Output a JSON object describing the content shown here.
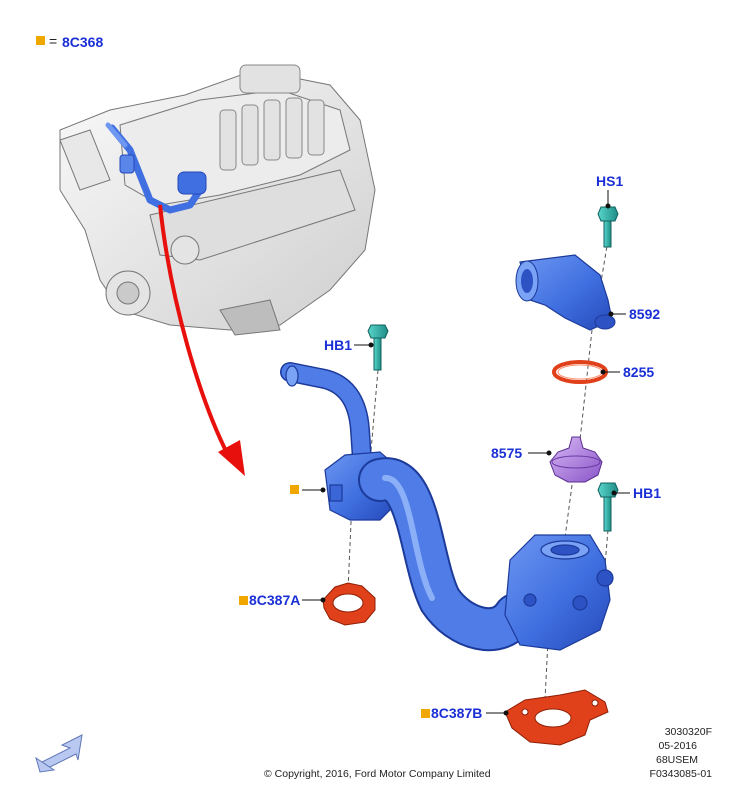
{
  "legend": {
    "equals": "=",
    "code": "8C368",
    "marker_color": "#f0a800"
  },
  "callouts": {
    "hs1": "HS1",
    "p8592": "8592",
    "p8255": "8255",
    "p8575": "8575",
    "hb1_top": "HB1",
    "hb1_right": "HB1",
    "p8c387a": "8C387A",
    "p8c387b": "8C387B"
  },
  "meta": {
    "line1": "3030320F",
    "line2": "05-2016",
    "line3": "68USEM",
    "line4": "F0343085-01",
    "copyright": "© Copyright, 2016, Ford Motor Company Limited"
  },
  "icons": {
    "nav_arrow": "arrow-down-left-icon",
    "pointer_arrow": "red-pointer-arrow"
  },
  "colors": {
    "callout_text": "#1a2fd6",
    "housing_blue": "#3f6fe0",
    "gasket_red": "#e0401a",
    "thermostat_purple": "#a070d8",
    "bolt_teal": "#2aa8a0",
    "arrow_red": "#e8100c"
  }
}
